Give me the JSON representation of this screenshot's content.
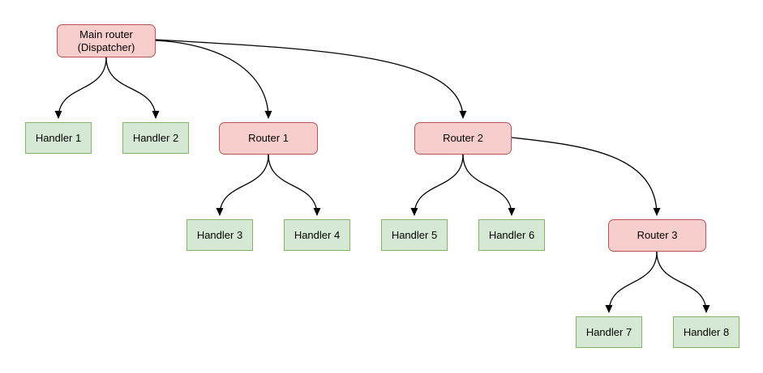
{
  "colors": {
    "background": "#ffffff",
    "router-fill": "#f8cecc",
    "router-border": "#b85450",
    "handler-fill": "#d5e8d4",
    "handler-border": "#82b366",
    "edge": "#000000",
    "text": "#000000"
  },
  "nodes": {
    "main": {
      "type": "router",
      "line1": "Main router",
      "line2": "(Dispatcher)"
    },
    "router1": {
      "type": "router",
      "label": "Router 1"
    },
    "router2": {
      "type": "router",
      "label": "Router 2"
    },
    "router3": {
      "type": "router",
      "label": "Router 3"
    },
    "handler1": {
      "type": "handler",
      "label": "Handler 1"
    },
    "handler2": {
      "type": "handler",
      "label": "Handler 2"
    },
    "handler3": {
      "type": "handler",
      "label": "Handler 3"
    },
    "handler4": {
      "type": "handler",
      "label": "Handler 4"
    },
    "handler5": {
      "type": "handler",
      "label": "Handler 5"
    },
    "handler6": {
      "type": "handler",
      "label": "Handler 6"
    },
    "handler7": {
      "type": "handler",
      "label": "Handler 7"
    },
    "handler8": {
      "type": "handler",
      "label": "Handler 8"
    }
  },
  "edges": [
    {
      "from": "main",
      "to": "handler1"
    },
    {
      "from": "main",
      "to": "handler2"
    },
    {
      "from": "main",
      "to": "router1"
    },
    {
      "from": "main",
      "to": "router2"
    },
    {
      "from": "router1",
      "to": "handler3"
    },
    {
      "from": "router1",
      "to": "handler4"
    },
    {
      "from": "router2",
      "to": "handler5"
    },
    {
      "from": "router2",
      "to": "handler6"
    },
    {
      "from": "router2",
      "to": "router3"
    },
    {
      "from": "router3",
      "to": "handler7"
    },
    {
      "from": "router3",
      "to": "handler8"
    }
  ]
}
